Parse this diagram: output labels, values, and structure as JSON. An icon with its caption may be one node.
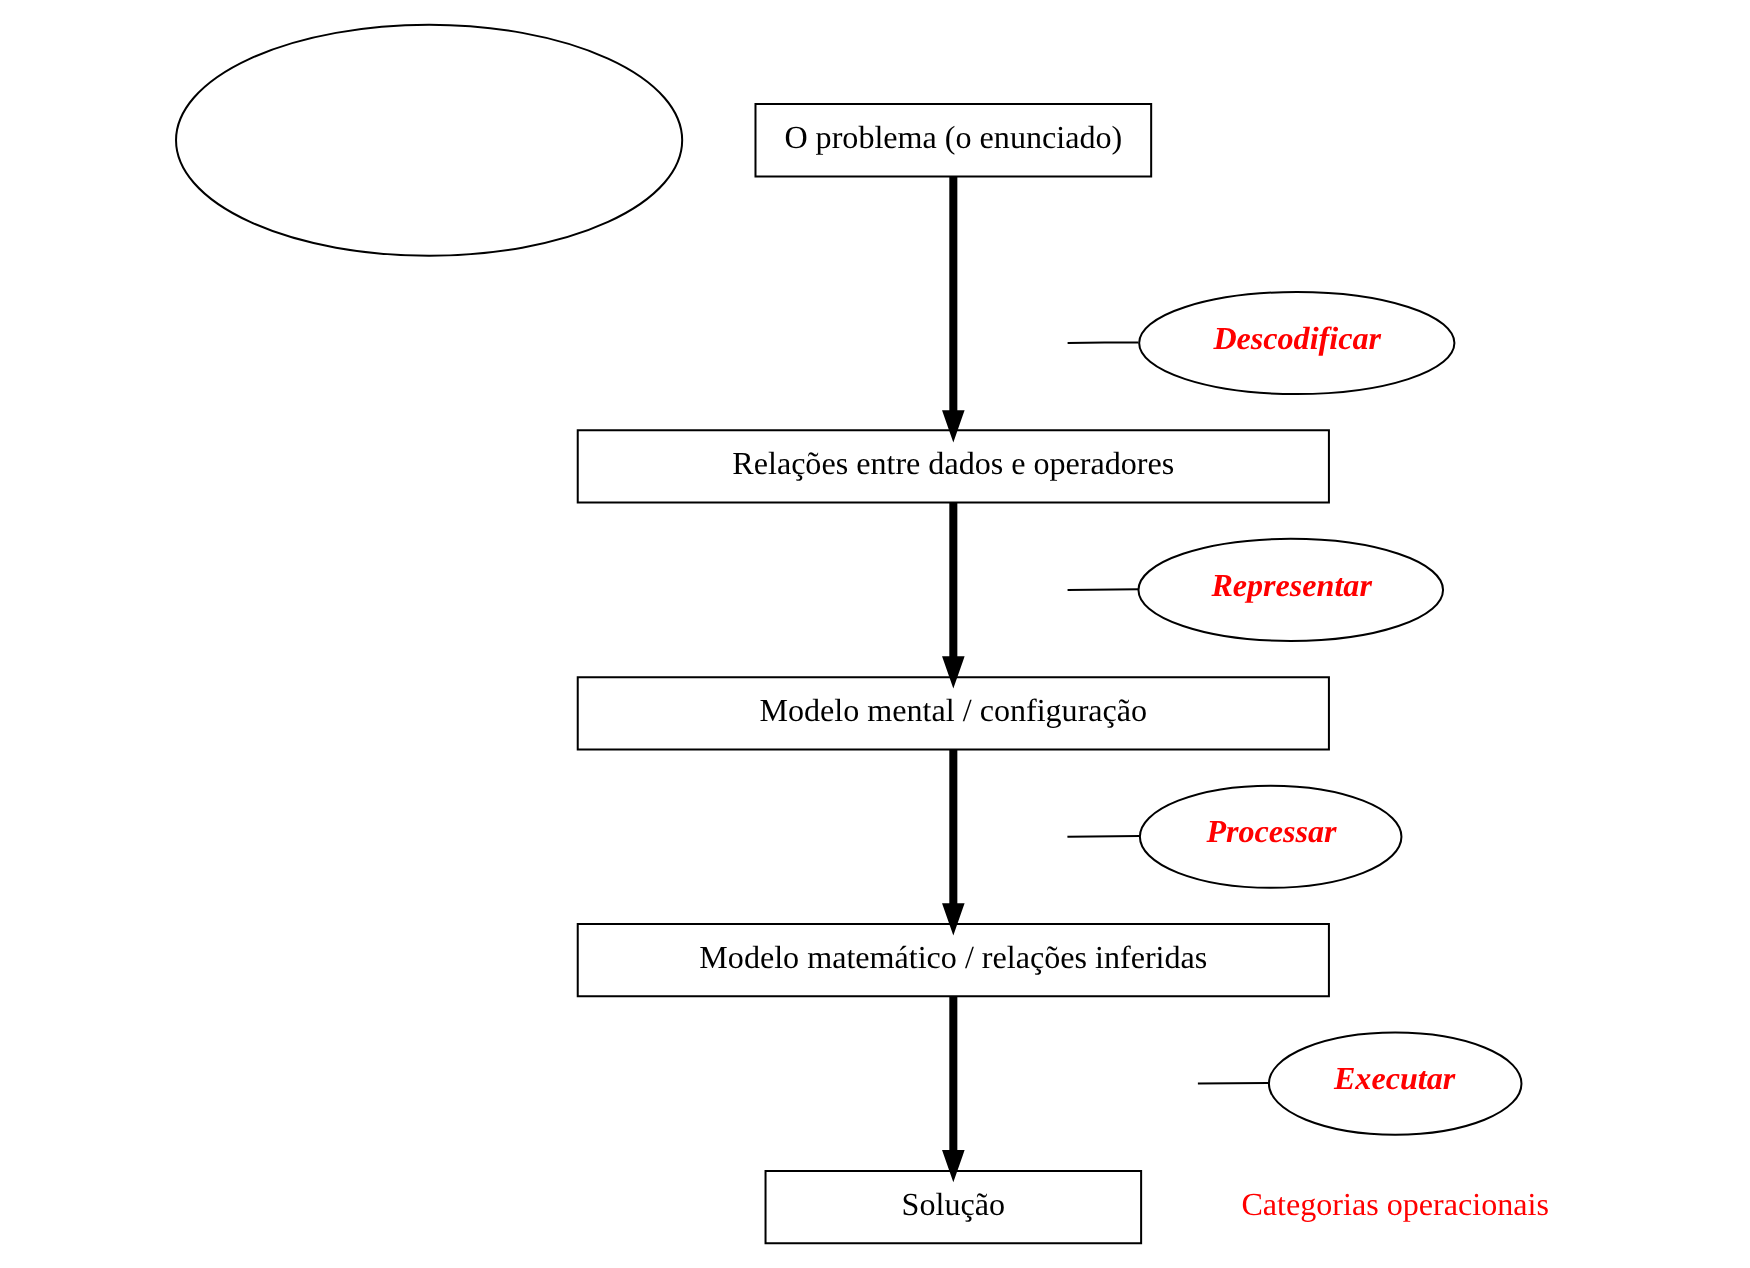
{
  "diagram": {
    "nodes": [
      {
        "text": [],
        "shape": "ellipse"
      },
      {
        "text": [
          "O problema (o enunciado)"
        ]
      },
      {
        "text": [
          "Relações entre dados e operadores"
        ]
      },
      {
        "text": [
          "Modelo mental / configuração"
        ]
      },
      {
        "text": [
          "Modelo matemático / relações inferidas"
        ]
      },
      {
        "text": [
          "Solução"
        ]
      },
      {
        "text": [
          "Descodificar"
        ]
      },
      {
        "text": [
          "Representar"
        ]
      },
      {
        "text": [
          "Processar"
        ]
      },
      {
        "text": [
          "Executar"
        ]
      }
    ],
    "edges": [
      {
        "from": 1,
        "to": 2,
        "arrow": "to",
        "style": "thick"
      },
      {
        "from": 2,
        "to": 3,
        "arrow": "to",
        "style": "thick"
      },
      {
        "from": 3,
        "to": 4,
        "arrow": "to",
        "style": "thick"
      },
      {
        "from": 4,
        "to": 5,
        "arrow": "to",
        "style": "thick"
      },
      {
        "from": 6,
        "to": null,
        "arrow": "none"
      },
      {
        "from": 7,
        "to": null,
        "arrow": "none"
      },
      {
        "from": 8,
        "to": null,
        "arrow": "none"
      },
      {
        "from": 9,
        "to": null,
        "arrow": "none"
      }
    ],
    "labels": [
      "Categorias operacionais"
    ]
  }
}
